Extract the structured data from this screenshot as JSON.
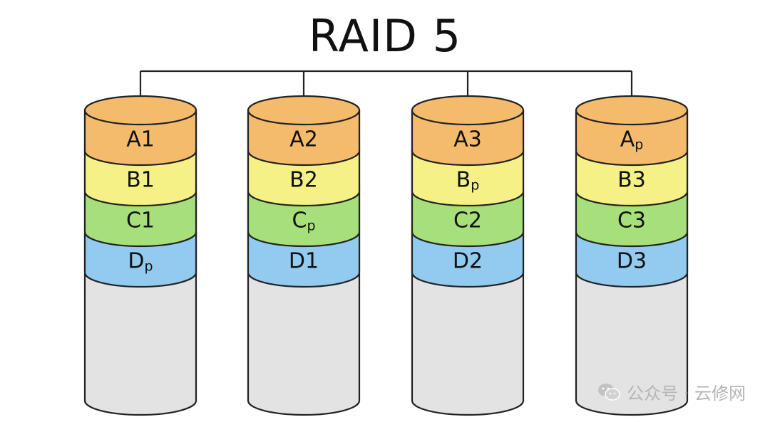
{
  "title": "RAID 5",
  "colors": {
    "A": "#f5bb6c",
    "B": "#f6f186",
    "C": "#a7e07a",
    "D": "#92cbef",
    "empty": "#e3e3e3"
  },
  "disks": [
    {
      "blocks": [
        {
          "row": "A",
          "text": "A1"
        },
        {
          "row": "B",
          "text": "B1"
        },
        {
          "row": "C",
          "text": "C1"
        },
        {
          "row": "D",
          "text": "D",
          "sub": "p"
        }
      ]
    },
    {
      "blocks": [
        {
          "row": "A",
          "text": "A2"
        },
        {
          "row": "B",
          "text": "B2"
        },
        {
          "row": "C",
          "text": "C",
          "sub": "p"
        },
        {
          "row": "D",
          "text": "D1"
        }
      ]
    },
    {
      "blocks": [
        {
          "row": "A",
          "text": "A3"
        },
        {
          "row": "B",
          "text": "B",
          "sub": "p"
        },
        {
          "row": "C",
          "text": "C2"
        },
        {
          "row": "D",
          "text": "D2"
        }
      ]
    },
    {
      "blocks": [
        {
          "row": "A",
          "text": "A",
          "sub": "p"
        },
        {
          "row": "B",
          "text": "B3"
        },
        {
          "row": "C",
          "text": "C3"
        },
        {
          "row": "D",
          "text": "D3"
        }
      ]
    }
  ],
  "watermark": {
    "icon": "wechat-icon",
    "text": "公众号 · 云修网"
  }
}
